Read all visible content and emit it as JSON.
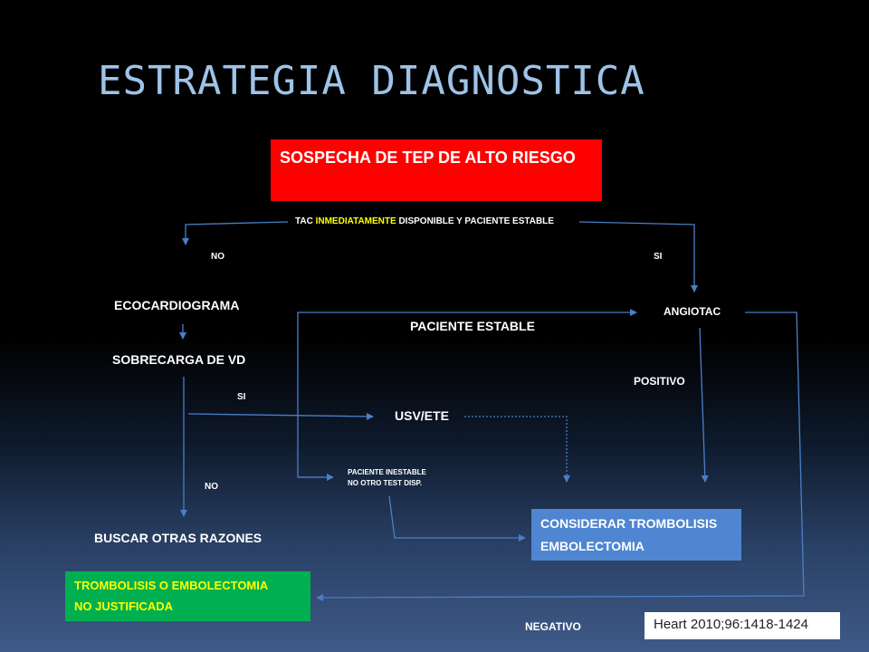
{
  "title": "ESTRATEGIA DIAGNOSTICA",
  "nodes": {
    "start": "SOSPECHA DE TEP DE ALTO RIESGO",
    "tac_prefix": "TAC ",
    "tac_highlight": "INMEDIATAMENTE",
    "tac_suffix": " DISPONIBLE Y PACIENTE ESTABLE",
    "no_left": "NO",
    "si_right": "SI",
    "eco": "ECOCARDIOGRAMA",
    "paciente_estable": "PACIENTE ESTABLE",
    "angiotac": "ANGIOTAC",
    "sobrecarga": "SOBRECARGA DE VD",
    "positivo": "POSITIVO",
    "si_mid": "SI",
    "usv": "USV/ETE",
    "inestable_l1": "PACIENTE INESTABLE",
    "inestable_l2": "NO OTRO TEST DISP.",
    "no_mid": "NO",
    "considerar_l1": "CONSIDERAR  TROMBOLISIS",
    "considerar_l2": "EMBOLECTOMIA",
    "buscar": "BUSCAR OTRAS RAZONES",
    "trombo_l1": "TROMBOLISIS O EMBOLECTOMIA",
    "trombo_l2": "NO JUSTIFICADA",
    "negativo": "NEGATIVO"
  },
  "citation": "Heart 2010;96:1418-1424",
  "colors": {
    "title": "#9ec3e8",
    "start_box": "#ff0000",
    "action_box": "#4f86d1",
    "not_justified_box": "#00b050",
    "highlight_text": "#ffff00",
    "arrow": "#4a7fc7"
  }
}
